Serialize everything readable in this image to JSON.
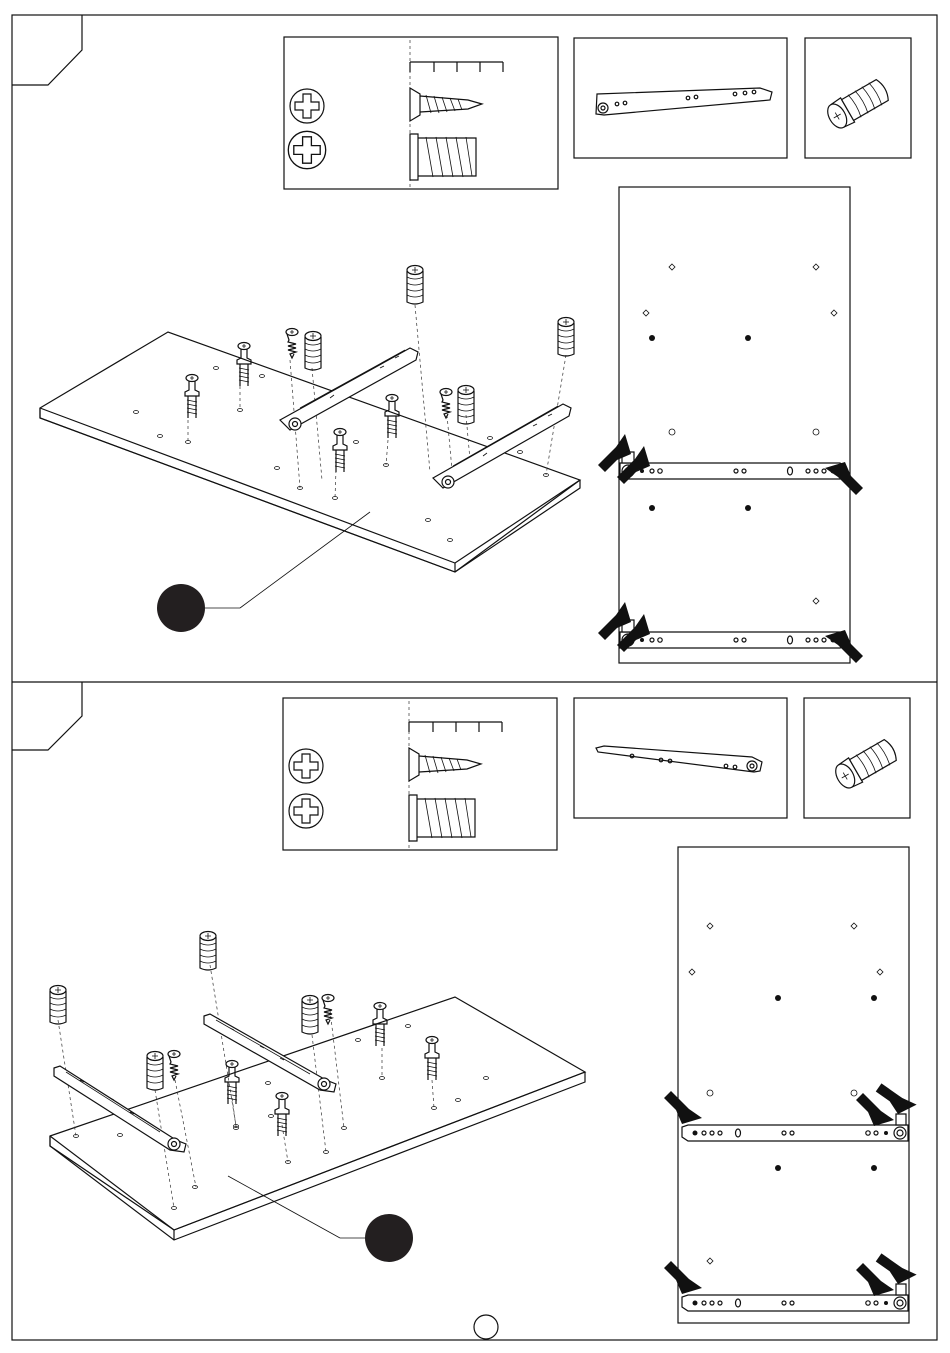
{
  "page": {
    "type": "assembly-instruction-sheet",
    "background": "#ffffff",
    "ink": "#111111"
  },
  "steps": [
    {
      "id": "top",
      "parts": [
        "screw-short",
        "screw-insert",
        "drawer-slide",
        "cam-dowel"
      ],
      "marker_color": "#231f20",
      "arrow_count": 6,
      "slide_orientation": "left"
    },
    {
      "id": "bottom",
      "parts": [
        "screw-short",
        "screw-insert",
        "drawer-slide",
        "cam-dowel"
      ],
      "marker_color": "#231f20",
      "arrow_count": 6,
      "slide_orientation": "right"
    }
  ],
  "page_number_circle": true
}
